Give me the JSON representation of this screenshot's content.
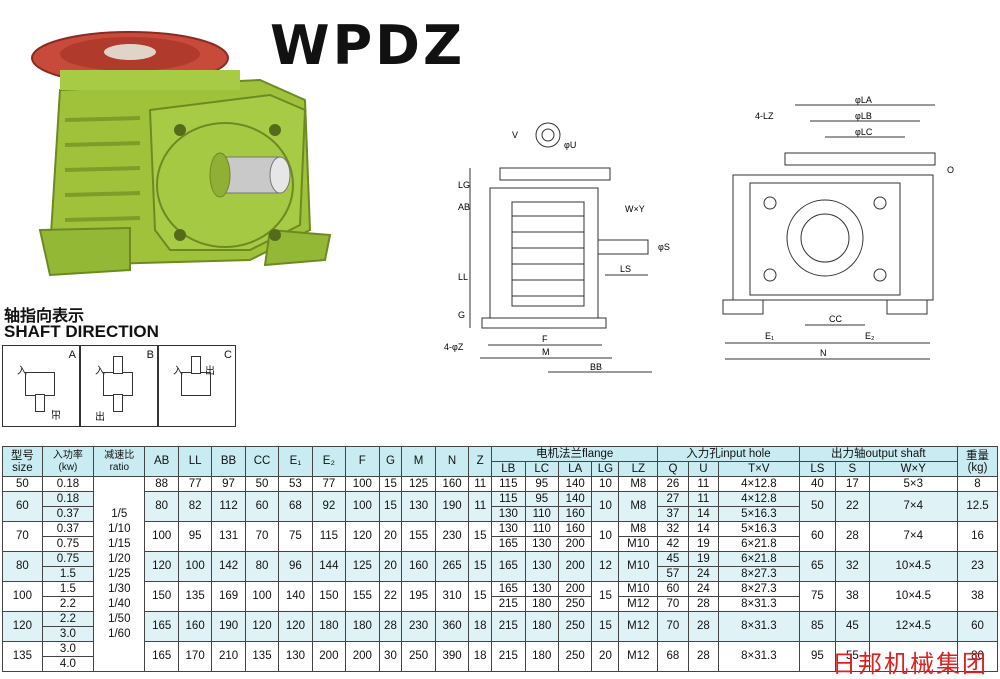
{
  "title": "WPDZ",
  "shaft_direction": {
    "title_cn": "轴指向表示",
    "title_en": "SHAFT DIRECTION",
    "panels": [
      {
        "label": "A",
        "in": "入",
        "out": "出"
      },
      {
        "label": "B",
        "in": "入",
        "out": "出"
      },
      {
        "label": "C",
        "in": "入",
        "out": "出"
      }
    ]
  },
  "drawing_labels": {
    "front": [
      "V",
      "U",
      "AB",
      "LG",
      "LL",
      "G",
      "4-φZ",
      "F",
      "M",
      "BB",
      "W×Y",
      "S",
      "LS"
    ],
    "side": [
      "4-LZ",
      "φLA",
      "φLB",
      "φLC",
      "O",
      "CC",
      "E1",
      "E2",
      "N"
    ]
  },
  "table": {
    "headers_top": {
      "size": "型号\nsize",
      "power": "入功率\n(kw)",
      "ratio": "减速比\nratio",
      "AB": "AB",
      "LL": "LL",
      "BB": "BB",
      "CC": "CC",
      "E1": "E₁",
      "E2": "E₂",
      "F": "F",
      "G": "G",
      "M": "M",
      "N": "N",
      "Z": "Z",
      "flange": "电机法兰flange",
      "input": "入力孔input hole",
      "output": "出力轴output shaft",
      "weight": "重量\n(kg)"
    },
    "headers_sub": [
      "LB",
      "LC",
      "LA",
      "LG",
      "LZ",
      "Q",
      "U",
      "T×V",
      "LS",
      "S",
      "W×Y"
    ],
    "ratios": "1/5\n1/10\n1/15\n1/20\n1/25\n1/30\n1/40\n1/50\n1/60",
    "rows": [
      {
        "size": "50",
        "power": [
          "0.18"
        ],
        "AB": "88",
        "LL": "77",
        "BB": "97",
        "CC": "50",
        "E1": "53",
        "E2": "77",
        "F": "100",
        "G": "15",
        "M": "125",
        "N": "160",
        "Z": "11",
        "flange": [
          [
            "115",
            "95",
            "140"
          ]
        ],
        "LG": "10",
        "LZ": [
          "M8"
        ],
        "Q": [
          "26"
        ],
        "U": [
          "11"
        ],
        "TV": [
          "4×12.8"
        ],
        "LS": "40",
        "S": "17",
        "WY": "5×3",
        "weight": "8"
      },
      {
        "size": "60",
        "power": [
          "0.18",
          "0.37"
        ],
        "AB": "80",
        "LL": "82",
        "BB": "112",
        "CC": "60",
        "E1": "68",
        "E2": "92",
        "F": "100",
        "G": "15",
        "M": "130",
        "N": "190",
        "Z": "11",
        "flange": [
          [
            "115",
            "95",
            "140"
          ],
          [
            "130",
            "110",
            "160"
          ]
        ],
        "LG": "10",
        "LZ": [
          "M8"
        ],
        "Q": [
          "27",
          "37"
        ],
        "U": [
          "11",
          "14"
        ],
        "TV": [
          "4×12.8",
          "5×16.3"
        ],
        "LS": "50",
        "S": "22",
        "WY": "7×4",
        "weight": "12.5"
      },
      {
        "size": "70",
        "power": [
          "0.37",
          "0.75"
        ],
        "AB": "100",
        "LL": "95",
        "BB": "131",
        "CC": "70",
        "E1": "75",
        "E2": "115",
        "F": "120",
        "G": "20",
        "M": "155",
        "N": "230",
        "Z": "15",
        "flange": [
          [
            "130",
            "110",
            "160"
          ],
          [
            "165",
            "130",
            "200"
          ]
        ],
        "LG": "10",
        "LZ": [
          "M8",
          "M10"
        ],
        "Q": [
          "32",
          "42"
        ],
        "U": [
          "14",
          "19"
        ],
        "TV": [
          "5×16.3",
          "6×21.8"
        ],
        "LS": "60",
        "S": "28",
        "WY": "7×4",
        "weight": "16"
      },
      {
        "size": "80",
        "power": [
          "0.75",
          "1.5"
        ],
        "AB": "120",
        "LL": "100",
        "BB": "142",
        "CC": "80",
        "E1": "96",
        "E2": "144",
        "F": "125",
        "G": "20",
        "M": "160",
        "N": "265",
        "Z": "15",
        "flange": [
          [
            "165",
            "130",
            "200"
          ]
        ],
        "LG": "12",
        "LZ": [
          "M10"
        ],
        "Q": [
          "45",
          "57"
        ],
        "U": [
          "19",
          "24"
        ],
        "TV": [
          "6×21.8",
          "8×27.3"
        ],
        "LS": "65",
        "S": "32",
        "WY": "10×4.5",
        "weight": "23"
      },
      {
        "size": "100",
        "power": [
          "1.5",
          "2.2"
        ],
        "AB": "150",
        "LL": "135",
        "BB": "169",
        "CC": "100",
        "E1": "140",
        "E2": "150",
        "F": "155",
        "G": "22",
        "M": "195",
        "N": "310",
        "Z": "15",
        "flange": [
          [
            "165",
            "130",
            "200"
          ],
          [
            "215",
            "180",
            "250"
          ]
        ],
        "LG": "15",
        "LZ": [
          "M10",
          "M12"
        ],
        "Q": [
          "60",
          "70"
        ],
        "U": [
          "24",
          "28"
        ],
        "TV": [
          "8×27.3",
          "8×31.3"
        ],
        "LS": "75",
        "S": "38",
        "WY": "10×4.5",
        "weight": "38"
      },
      {
        "size": "120",
        "power": [
          "2.2",
          "3.0"
        ],
        "AB": "165",
        "LL": "160",
        "BB": "190",
        "CC": "120",
        "E1": "120",
        "E2": "180",
        "F": "180",
        "G": "28",
        "M": "230",
        "N": "360",
        "Z": "18",
        "flange": [
          [
            "215",
            "180",
            "250"
          ]
        ],
        "LG": "15",
        "LZ": [
          "M12"
        ],
        "Q": [
          "70"
        ],
        "U": [
          "28"
        ],
        "TV": [
          "8×31.3"
        ],
        "LS": "85",
        "S": "45",
        "WY": "12×4.5",
        "weight": "60"
      },
      {
        "size": "135",
        "power": [
          "3.0",
          "4.0"
        ],
        "AB": "165",
        "LL": "170",
        "BB": "210",
        "CC": "135",
        "E1": "130",
        "E2": "200",
        "F": "200",
        "G": "30",
        "M": "250",
        "N": "390",
        "Z": "18",
        "flange": [
          [
            "215",
            "180",
            "250"
          ]
        ],
        "LG": "20",
        "LZ": [
          "M12"
        ],
        "Q": [
          "68"
        ],
        "U": [
          "28"
        ],
        "TV": [
          "8×31.3"
        ],
        "LS": "95",
        "S": "55",
        "WY": "",
        "weight": "80"
      }
    ]
  },
  "watermark": "日邦机械集团",
  "colors": {
    "header_bg": "#c9ecf2",
    "row_alt": "#dff3f6",
    "body_green": "#9fc23a",
    "flange_red": "#c84a3a",
    "watermark": "#e02020"
  }
}
